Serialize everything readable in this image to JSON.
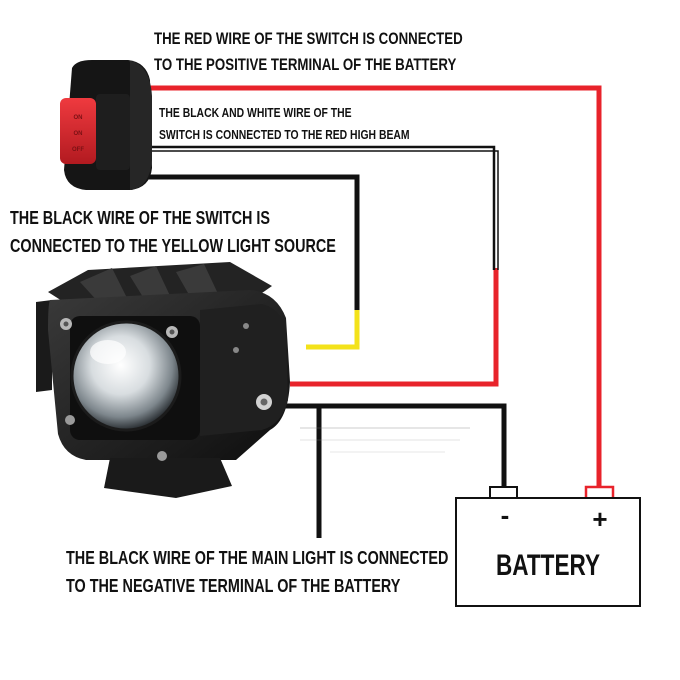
{
  "labels": {
    "red_wire": [
      "The red wire of the switch is connected",
      "to the positive terminal of the battery"
    ],
    "black_white_wire": [
      "The black and white wire of the",
      "switch is connected to the red high beam"
    ],
    "black_wire_switch": [
      "The black wire of the switch is",
      "connected to the yellow light source"
    ],
    "black_wire_main": [
      "The black wire of the main light is connected",
      "to the negative terminal of the battery"
    ]
  },
  "switch": {
    "positions": [
      "ON",
      "ON",
      "OFF"
    ]
  },
  "battery": {
    "label": "BATTERY",
    "negative_symbol": "-",
    "positive_symbol": "+"
  },
  "colors": {
    "red_wire": "#e8232b",
    "black_wire": "#111111",
    "yellow_wire": "#f3e21a",
    "switch_red": "#d9262c",
    "housing": "#1c1c1c"
  }
}
